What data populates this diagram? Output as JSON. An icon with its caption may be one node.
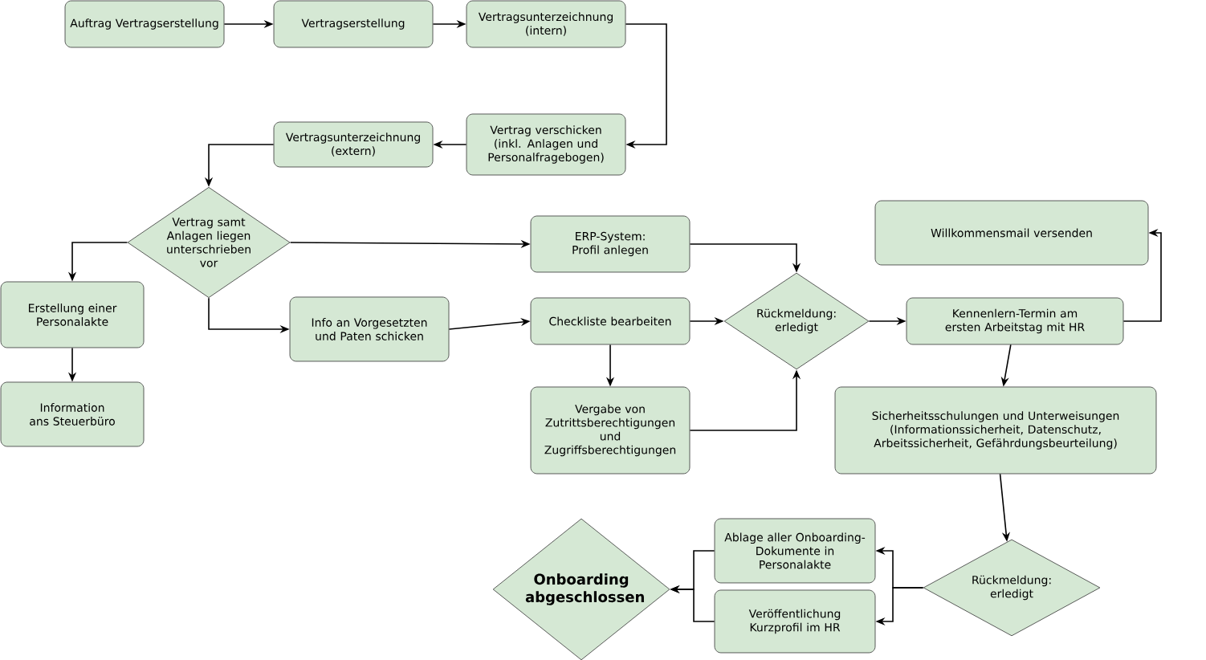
{
  "diagram": {
    "nodes": [
      {
        "text": [
          "Auftrag Vertragserstellung"
        ]
      },
      {
        "text": [
          "Vertragserstellung"
        ]
      },
      {
        "text": [
          "Vertragsunterzeichnung (intern)"
        ]
      },
      {
        "text": [
          "Vertrag verschicken (inkl. Anlagen und Personalfragebogen)"
        ]
      },
      {
        "text": [
          "Vertragsunterzeichnung (extern)"
        ]
      },
      {
        "text": [
          "Vertrag samt Anlagen liegen unterschrieben vor"
        ]
      },
      {
        "text": [
          "Erstellung einer Personalakte"
        ]
      },
      {
        "text": [
          "Information ans Steuerbüro"
        ]
      },
      {
        "text": [
          "Info an Vorgesetzten und Paten schicken"
        ]
      },
      {
        "text": [
          "ERP-System: Profil anlegen"
        ]
      },
      {
        "text": [
          "Checkliste bearbeiten"
        ]
      },
      {
        "text": [
          "Vergabe von Zutrittsberechtigungen und Zugriffsberechtigungen"
        ]
      },
      {
        "text": [
          "Rückmeldung: erledigt"
        ]
      },
      {
        "text": [
          "Willkommensmail versenden"
        ]
      },
      {
        "text": [
          "Kennenlern-Termin am ersten Arbeitstag mit HR"
        ]
      },
      {
        "text": [
          "Sicherheitsschulungen und Unterweisungen (Informationssicherheit, Datenschutz, Arbeitssicherheit, Gefährdungsbeurteilung)"
        ]
      },
      {
        "text": [
          "Rückmeldung: erledigt"
        ]
      },
      {
        "text": [
          "Ablage aller Onboarding-Dokumente in Personalakte"
        ]
      },
      {
        "text": [
          "Veröffentlichung Kurzprofil im HR"
        ]
      },
      {
        "text": [
          "Onboarding abgeschlossen"
        ]
      }
    ],
    "edges": [
      {
        "from": 0,
        "to": 1,
        "arrow": "to"
      },
      {
        "from": 1,
        "to": 2,
        "arrow": "to"
      },
      {
        "from": 2,
        "to": 3,
        "arrow": "to"
      },
      {
        "from": 3,
        "to": 4,
        "arrow": "to"
      },
      {
        "from": 4,
        "to": 5,
        "arrow": "to"
      },
      {
        "from": 5,
        "to": 6,
        "arrow": "to"
      },
      {
        "from": 5,
        "to": 9,
        "arrow": "to"
      },
      {
        "from": 5,
        "to": 8,
        "arrow": "to"
      },
      {
        "from": 6,
        "to": 7,
        "arrow": "to"
      },
      {
        "from": 8,
        "to": 10,
        "arrow": "to"
      },
      {
        "from": 9,
        "to": 12,
        "arrow": "to"
      },
      {
        "from": 10,
        "to": 12,
        "arrow": "to"
      },
      {
        "from": 10,
        "to": 11,
        "arrow": "to"
      },
      {
        "from": 11,
        "to": 12,
        "arrow": "to"
      },
      {
        "from": 12,
        "to": 14,
        "arrow": "to"
      },
      {
        "from": 14,
        "to": 13,
        "arrow": "to"
      },
      {
        "from": 14,
        "to": 15,
        "arrow": "to"
      },
      {
        "from": 15,
        "to": 16,
        "arrow": "to"
      },
      {
        "from": 16,
        "to": 17,
        "arrow": "to"
      },
      {
        "from": 16,
        "to": 18,
        "arrow": "to"
      },
      {
        "from": 17,
        "to": 19,
        "arrow": "to"
      },
      {
        "from": 18,
        "to": 19,
        "arrow": "to"
      }
    ]
  }
}
